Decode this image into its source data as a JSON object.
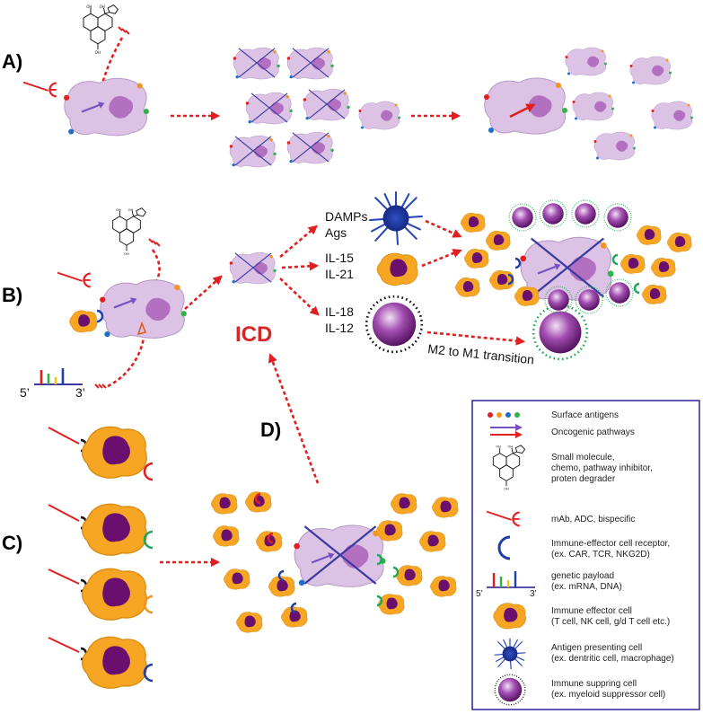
{
  "panels": {
    "a": "A)",
    "b": "B)",
    "c": "C)",
    "d": "D)"
  },
  "labels": {
    "damps": "DAMPs",
    "ags": "Ags",
    "il15": "IL-15",
    "il21": "IL-21",
    "il18": "IL-18",
    "il12": "IL-12",
    "icd": "ICD",
    "m2m1": "M2 to M1 transition",
    "five_prime": "5’",
    "three_prime": "3’"
  },
  "legend": {
    "items": [
      {
        "icon": "surface-antigens-icon",
        "lines": [
          "Surface antigens"
        ]
      },
      {
        "icon": "oncogenic-pathways-icon",
        "lines": [
          "Oncogenic pathways"
        ]
      },
      {
        "icon": "small-molecule-icon",
        "lines": [
          "Small molecule,",
          "chemo, pathway inhibitor,",
          "proten degrader"
        ]
      },
      {
        "icon": "antibody-icon",
        "lines": [
          "mAb, ADC, bispecific"
        ]
      },
      {
        "icon": "receptor-icon",
        "lines": [
          "Immune-effector cell receptor,",
          "(ex. CAR, TCR, NKG2D)"
        ]
      },
      {
        "icon": "genetic-payload-icon",
        "lines": [
          "genetic payload",
          "(ex. mRNA, DNA)"
        ]
      },
      {
        "icon": "effector-cell-icon",
        "lines": [
          "Immune effector cell",
          "(T cell, NK cell, g/d T cell etc.)"
        ]
      },
      {
        "icon": "apc-icon",
        "lines": [
          "Antigen presenting cell",
          "(ex. dentritic cell, macrophage)"
        ]
      },
      {
        "icon": "suppressor-cell-icon",
        "lines": [
          "Immune suppring cell",
          "(ex. myeloid suppressor cell)"
        ]
      }
    ],
    "five_prime": "5’",
    "three_prime": "3’"
  },
  "colors": {
    "tumor": "#dcc3e6",
    "effector": "#f6a623",
    "arrow": "#e02020",
    "icd": "#d62728",
    "legend_border": "#3a33a0"
  }
}
